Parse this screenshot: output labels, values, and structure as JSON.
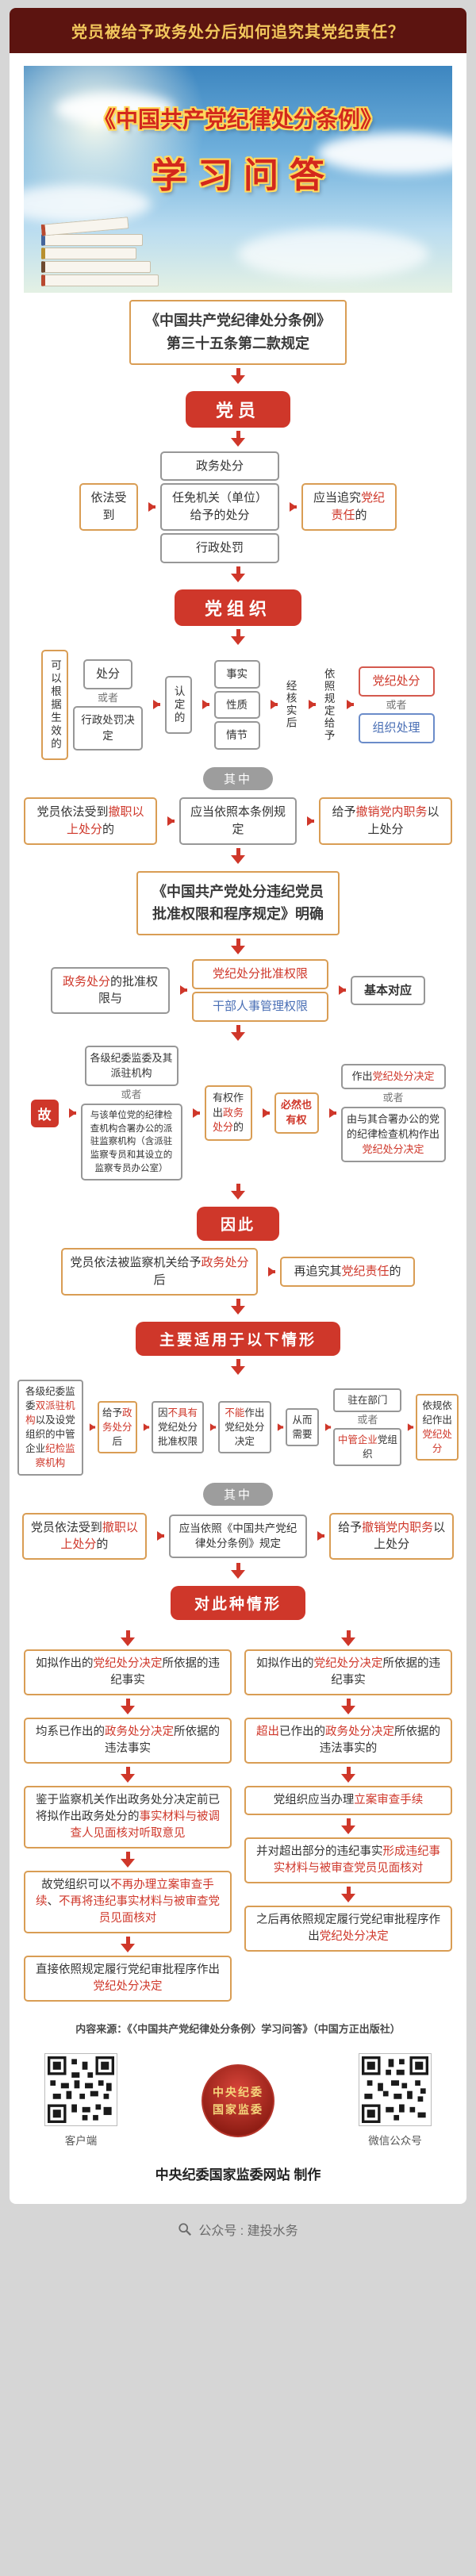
{
  "header": {
    "title": "党员被给予政务处分后如何追究其党纪责任？"
  },
  "hero": {
    "title_line1": "《中国共产党纪律处分条例》",
    "title_line2": "学习问答"
  },
  "shared": {
    "or": "或者",
    "qizhong": "其中"
  },
  "intro1": {
    "line1": "《中国共产党纪律处分条例》",
    "line2": "第三十五条第二款规定"
  },
  "pill_member": "党员",
  "s1": {
    "left": "依法受到",
    "items": [
      "政务处分",
      "任免机关（单位）给予的处分",
      "行政处罚"
    ],
    "right": [
      {
        "t": "应当追究"
      },
      {
        "t": "党纪责任",
        "c": "red"
      },
      {
        "t": "的"
      }
    ]
  },
  "pill_org": "党组织",
  "s2": {
    "v1": "可以根据生效的",
    "a": "处分",
    "b": "行政处罚决定",
    "v2": "认定的",
    "facts": [
      "事实",
      "性质",
      "情节"
    ],
    "v3": "经核实后",
    "v4": "依照规定给予",
    "r1": "党纪处分",
    "r2": "组织处理"
  },
  "s3": {
    "b1": [
      {
        "t": "党员依法受到"
      },
      {
        "t": "撤职以上处分",
        "c": "red"
      },
      {
        "t": "的"
      }
    ],
    "b2": "应当依照本条例规定",
    "b3": [
      {
        "t": "给予"
      },
      {
        "t": "撤销党内职务",
        "c": "red"
      },
      {
        "t": "以上处分"
      }
    ]
  },
  "intro2": {
    "line1": "《中国共产党处分违纪党员",
    "line2": "批准权限和程序规定》明确"
  },
  "s5": {
    "b1": [
      {
        "t": "政务处分",
        "c": "red"
      },
      {
        "t": "的批准权限与"
      }
    ],
    "b2": "党纪处分批准权限",
    "b3": "干部人事管理权限",
    "b4": "基本对应"
  },
  "gu": "故",
  "s6": {
    "a1": "各级纪委监委及其派驻机构",
    "a2": "与该单位党的纪律检查机构合署办公的派驻监察机构（含派驻监察专员和其设立的监察专员办公室）",
    "b": [
      {
        "t": "有权作出"
      },
      {
        "t": "政务处分",
        "c": "red"
      },
      {
        "t": "的"
      }
    ],
    "c": "必然也有权",
    "d1": [
      {
        "t": "作出"
      },
      {
        "t": "党纪处分决定",
        "c": "red"
      }
    ],
    "d2": [
      {
        "t": "由与其合署办公的党的纪律检查机构作出"
      },
      {
        "t": "党纪处分决定",
        "c": "red"
      }
    ]
  },
  "pill_therefore": "因此",
  "s7": {
    "b1": [
      {
        "t": "党员依法被监察机关给予"
      },
      {
        "t": "政务处分",
        "c": "red"
      },
      {
        "t": "后"
      }
    ],
    "b2": [
      {
        "t": "再追究其"
      },
      {
        "t": "党纪责任",
        "c": "red"
      },
      {
        "t": "的"
      }
    ]
  },
  "banner1": "主要适用于以下情形",
  "s8": {
    "c1": [
      {
        "t": "各级纪委监委"
      },
      {
        "t": "双派驻机构",
        "c": "red"
      },
      {
        "t": "以及设党组织的中管企业"
      },
      {
        "t": "纪检监察机构",
        "c": "red"
      }
    ],
    "c2": [
      {
        "t": "给予"
      },
      {
        "t": "政务处分",
        "c": "red"
      },
      {
        "t": "后"
      }
    ],
    "c3": [
      {
        "t": "因"
      },
      {
        "t": "不具有",
        "c": "red"
      },
      {
        "t": "党纪处分批准权限"
      }
    ],
    "c4": [
      {
        "t": "不能",
        "c": "red"
      },
      {
        "t": "作出党纪处分决定"
      }
    ],
    "c5": "从而需要",
    "c6a": "驻在部门",
    "c6b": [
      {
        "t": "中管企业",
        "c": "red"
      },
      {
        "t": "党组织"
      }
    ],
    "c7": [
      {
        "t": "依规依纪作出"
      },
      {
        "t": "党纪处分",
        "c": "red"
      }
    ]
  },
  "s9": {
    "b1": [
      {
        "t": "党员依法受到"
      },
      {
        "t": "撤职以上处分",
        "c": "red"
      },
      {
        "t": "的"
      }
    ],
    "b2": "应当依照《中国共产党纪律处分条例》规定",
    "b3": [
      {
        "t": "给予"
      },
      {
        "t": "撤销党内职务",
        "c": "red"
      },
      {
        "t": "以上处分"
      }
    ]
  },
  "banner2": "对此种情形",
  "s10": {
    "left": [
      [
        {
          "t": "如拟作出的"
        },
        {
          "t": "党纪处分决定",
          "c": "red"
        },
        {
          "t": "所依据的违纪事实"
        }
      ],
      [
        {
          "t": "均系已作出的"
        },
        {
          "t": "政务处分决定",
          "c": "red"
        },
        {
          "t": "所依据的违法事实"
        }
      ],
      [
        {
          "t": "鉴于监察机关作出政务处分决定前已将拟作出政务处分的"
        },
        {
          "t": "事实材料与被调查人见面核对听取意见",
          "c": "red"
        }
      ],
      [
        {
          "t": "故党组织可以"
        },
        {
          "t": "不再办理立案审查手续",
          "c": "red"
        },
        {
          "t": "、"
        },
        {
          "t": "不再将违纪事实材料与被审查党员见面核对",
          "c": "red"
        }
      ],
      [
        {
          "t": "直接依照规定履行党纪审批程序作出"
        },
        {
          "t": "党纪处分决定",
          "c": "red"
        }
      ]
    ],
    "right": [
      [
        {
          "t": "如拟作出的"
        },
        {
          "t": "党纪处分决定",
          "c": "red"
        },
        {
          "t": "所依据的违纪事实"
        }
      ],
      [
        {
          "t": "超出",
          "c": "red"
        },
        {
          "t": "已作出的"
        },
        {
          "t": "政务处分决定",
          "c": "red"
        },
        {
          "t": "所依据的违法事实的"
        }
      ],
      [
        {
          "t": "党组织应当办理"
        },
        {
          "t": "立案审查手续",
          "c": "red"
        }
      ],
      [
        {
          "t": "并对超出部分的违纪事实"
        },
        {
          "t": "形成违纪事实材料与被审查党员见面核对",
          "c": "red"
        }
      ],
      [
        {
          "t": "之后再依照规定履行党纪审批程序作出"
        },
        {
          "t": "党纪处分决定",
          "c": "red"
        }
      ]
    ]
  },
  "source_line": "内容来源：《〈中国共产党纪律处分条例〉学习问答》（中国方正出版社）",
  "footer": {
    "qr_left_label": "客户端",
    "qr_right_label": "微信公众号",
    "emblem_line1": "中央纪委",
    "emblem_line2": "国家监委",
    "maker": "中央纪委国家监委网站  制作"
  },
  "bottom_bar": {
    "text": "公众号 : 建投水务"
  },
  "colors": {
    "accent_red": "#cf372a",
    "header_maroon": "#5c1410",
    "border_orange": "#d99d54",
    "blue": "#4a6fb5",
    "gold": "#f2c75c",
    "page_gray": "#d6d6d6"
  }
}
